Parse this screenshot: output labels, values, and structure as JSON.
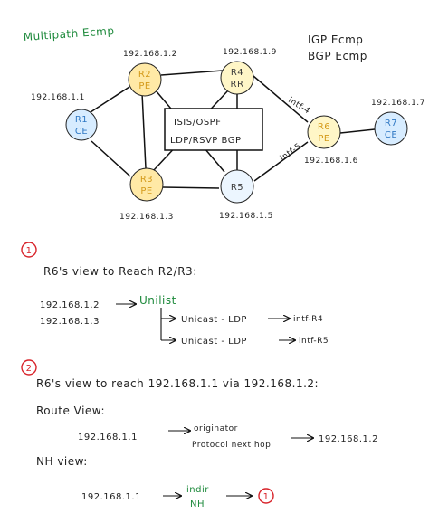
{
  "header": {
    "title": "Multipath Ecmp",
    "notes": [
      "IGP Ecmp",
      "BGP Ecmp"
    ]
  },
  "colors": {
    "r1": "#d7ecff",
    "pe": "#ffe9a6",
    "r4": "#fff6c7",
    "r5": "#ecf6ff",
    "r6": "#fff6c7",
    "r7": "#d7ecff",
    "annotation": "#d8232a",
    "note_green": "#1e8a3c"
  },
  "nodes": [
    {
      "id": "r1",
      "name": "R1",
      "role": "CE",
      "ip": "192.168.1.1"
    },
    {
      "id": "r2",
      "name": "R2",
      "role": "PE",
      "ip": "192.168.1.2"
    },
    {
      "id": "r3",
      "name": "R3",
      "role": "PE",
      "ip": "192.168.1.3"
    },
    {
      "id": "r4",
      "name": "R4",
      "role": "RR",
      "ip": "192.168.1.9"
    },
    {
      "id": "r5",
      "name": "R5",
      "role": "",
      "ip": "192.168.1.5"
    },
    {
      "id": "r6",
      "name": "R6",
      "role": "PE",
      "ip": "192.168.1.6"
    },
    {
      "id": "r7",
      "name": "R7",
      "role": "CE",
      "ip": "192.168.1.7"
    }
  ],
  "core_box": {
    "line1": "ISIS/OSPF",
    "line2": "LDP/RSVP BGP"
  },
  "interfaces": {
    "r6_r4": "intf-4",
    "r6_r5": "intf-5"
  },
  "section1": {
    "number": "1",
    "heading": "R6's view to Reach R2/R3:",
    "prefix_a": "192.168.1.2",
    "prefix_b": "192.168.1.3",
    "unilist": "Unilist",
    "path1": "Unicast - LDP",
    "path1_target": "intf-R4",
    "path2": "Unicast - LDP",
    "path2_target": "intf-R5"
  },
  "section2": {
    "number": "2",
    "heading": "R6's view to reach 192.168.1.1 via 192.168.1.2:",
    "route_view_label": "Route View:",
    "route_prefix": "192.168.1.1",
    "originator": "originator",
    "protocol_next_hop": "Protocol next hop",
    "route_target": "192.168.1.2",
    "nh_view_label": "NH view:",
    "nh_prefix": "192.168.1.1",
    "indirect_line1": "indir",
    "indirect_line2": "NH",
    "nh_target": "1"
  }
}
